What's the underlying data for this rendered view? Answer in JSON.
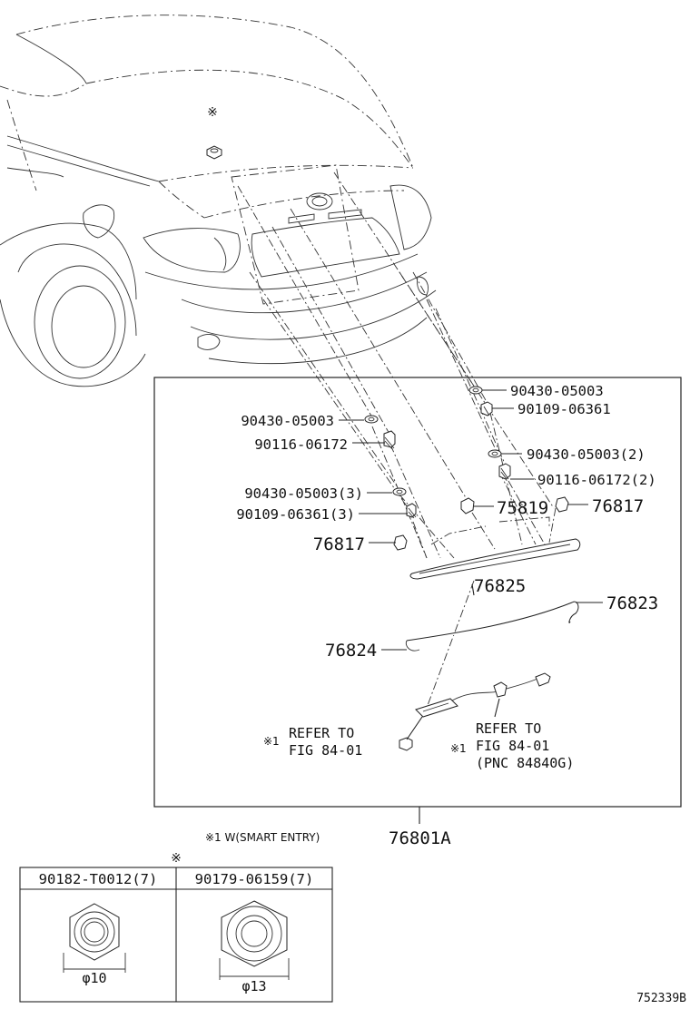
{
  "figure_code": "752339B",
  "assembly_pn": "76801A",
  "note_symbol": "※",
  "note_1": "※1 W(SMART ENTRY)",
  "labels": {
    "left_washer_1": "90430-05003",
    "left_screw_1": "90116-06172",
    "left_washer_2": "90430-05003(3)",
    "left_screw_2": "90109-06361(3)",
    "left_clip": "76817",
    "right_washer_1": "90430-05003",
    "right_screw_1": "90109-06361",
    "right_washer_2": "90430-05003(2)",
    "right_screw_2": "90116-06172(2)",
    "center_part": "75819",
    "right_clip": "76817",
    "garnish": "76825",
    "molding_right": "76823",
    "molding_left": "76824"
  },
  "refer_left": {
    "mark": "※1",
    "line1": "REFER TO",
    "line2": "FIG 84-01"
  },
  "refer_right": {
    "mark": "※1",
    "line1": "REFER TO",
    "line2": "FIG 84-01",
    "line3": "(PNC 84840G)"
  },
  "nut_table": {
    "mark": "※",
    "col1_header": "90182-T0012(7)",
    "col2_header": "90179-06159(7)",
    "col1_dim": "φ10",
    "col2_dim": "φ13"
  },
  "top_mark": "※"
}
